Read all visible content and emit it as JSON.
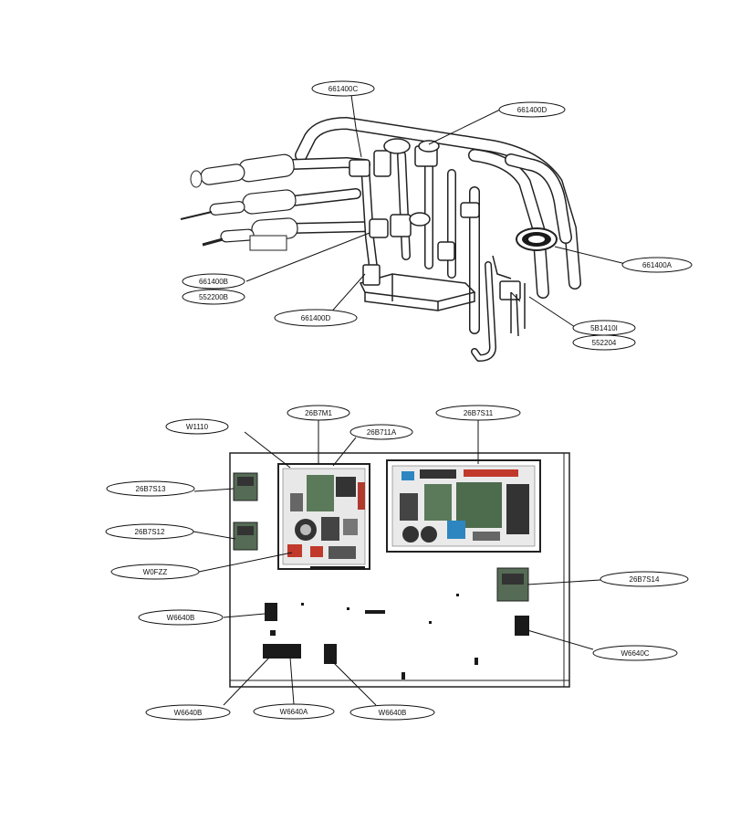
{
  "top_diagram": {
    "callouts": [
      {
        "id": "c1",
        "label": "661400C"
      },
      {
        "id": "c2",
        "label": "661400D"
      },
      {
        "id": "c3",
        "label": "661400B"
      },
      {
        "id": "c4",
        "label": "552200B"
      },
      {
        "id": "c5",
        "label": "661400D"
      },
      {
        "id": "c6",
        "label": "661400A"
      },
      {
        "id": "c7",
        "label": "5B1410I"
      },
      {
        "id": "c8",
        "label": "552204"
      }
    ]
  },
  "bottom_diagram": {
    "callouts": [
      {
        "id": "d1",
        "label": "W1110"
      },
      {
        "id": "d2",
        "label": "26B7M1"
      },
      {
        "id": "d3",
        "label": "26B711A"
      },
      {
        "id": "d4",
        "label": "26B7S11"
      },
      {
        "id": "d5",
        "label": "26B7S13"
      },
      {
        "id": "d6",
        "label": "26B7S12"
      },
      {
        "id": "d7",
        "label": "W0FZZ"
      },
      {
        "id": "d8",
        "label": "26B7S14"
      },
      {
        "id": "d9",
        "label": "W6640B"
      },
      {
        "id": "d10",
        "label": "W6640C"
      },
      {
        "id": "d11",
        "label": "W6640B"
      },
      {
        "id": "d12",
        "label": "W6640A"
      },
      {
        "id": "d13",
        "label": "W6640B"
      }
    ]
  }
}
